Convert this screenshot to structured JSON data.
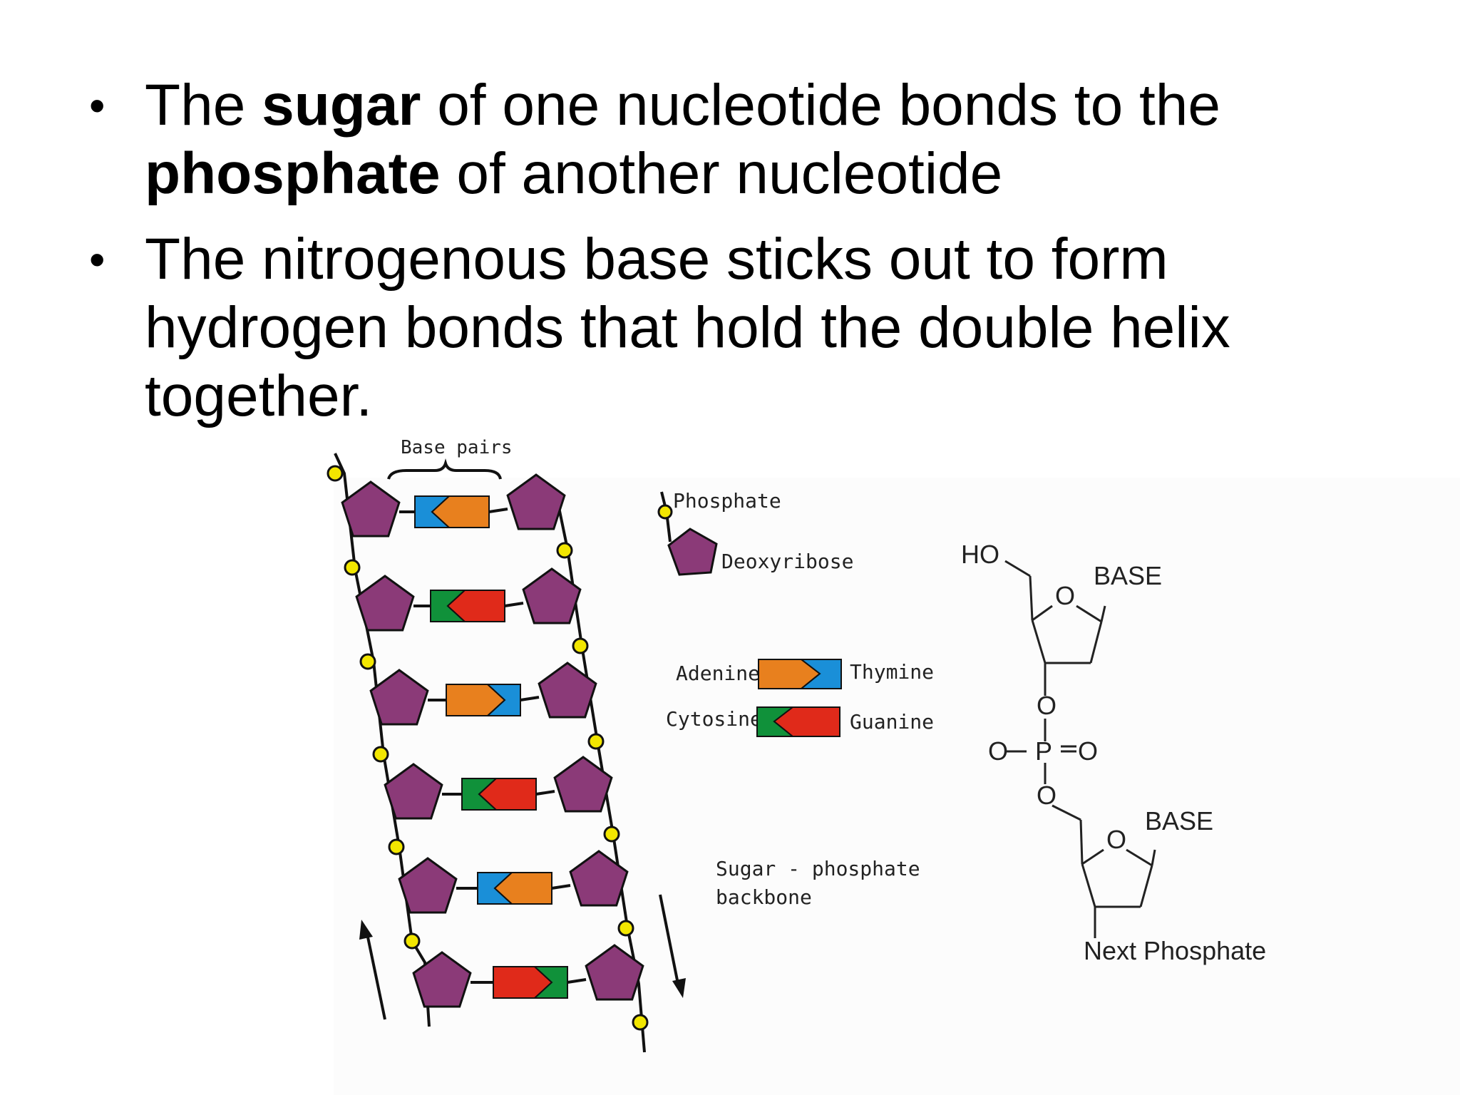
{
  "bullets": [
    {
      "parts": [
        {
          "text": "The ",
          "bold": false
        },
        {
          "text": "sugar",
          "bold": true
        },
        {
          "text": " of one nucleotide bonds to the ",
          "bold": false
        },
        {
          "text": "phosphate",
          "bold": true
        },
        {
          "text": " of another nucleotide",
          "bold": false
        }
      ]
    },
    {
      "parts": [
        {
          "text": "The nitrogenous base sticks out to form hydrogen bonds that hold the double helix together.",
          "bold": false
        }
      ]
    }
  ],
  "dna_diagram": {
    "base_pairs_label": "Base pairs",
    "rungs": [
      "A-T",
      "G-C",
      "A-T",
      "G-C",
      "A-T",
      "G-C"
    ],
    "legend": {
      "phosphate": "Phosphate",
      "deoxyribose": "Deoxyribose",
      "adenine": "Adenine",
      "thymine": "Thymine",
      "cytosine": "Cytosine",
      "guanine": "Guanine"
    },
    "backbone_label_line1": "Sugar - phosphate",
    "backbone_label_line2": "backbone",
    "colors": {
      "sugar": "#8b3a78",
      "phosphate": "#f2e600",
      "adenine": "#e8801e",
      "thymine": "#1a8fd8",
      "cytosine": "#10913a",
      "guanine": "#e02a1a"
    }
  },
  "structure": {
    "ho": "HO",
    "ring_o": "O",
    "base": "BASE",
    "o_top": "O",
    "o_left": "O",
    "p": "P",
    "o_right": "O",
    "o_bottom": "O",
    "next_phosphate": "Next Phosphate"
  }
}
